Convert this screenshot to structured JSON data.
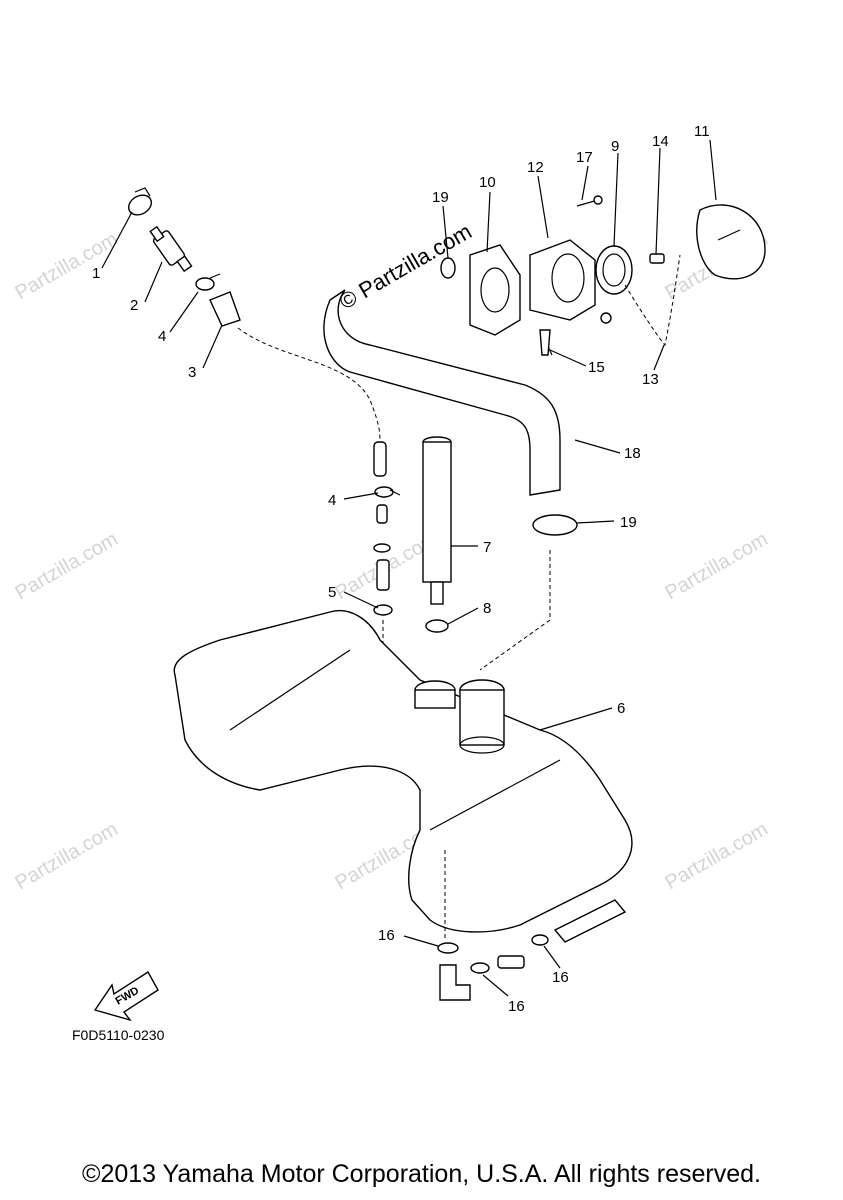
{
  "watermark": {
    "brand": "Partzilla.com",
    "symbol": "©"
  },
  "callouts": [
    {
      "id": "1",
      "label": "1"
    },
    {
      "id": "2",
      "label": "2"
    },
    {
      "id": "3",
      "label": "3"
    },
    {
      "id": "4a",
      "label": "4"
    },
    {
      "id": "4b",
      "label": "4"
    },
    {
      "id": "5",
      "label": "5"
    },
    {
      "id": "6",
      "label": "6"
    },
    {
      "id": "7",
      "label": "7"
    },
    {
      "id": "8",
      "label": "8"
    },
    {
      "id": "9",
      "label": "9"
    },
    {
      "id": "10",
      "label": "10"
    },
    {
      "id": "11",
      "label": "11"
    },
    {
      "id": "12",
      "label": "12"
    },
    {
      "id": "13",
      "label": "13"
    },
    {
      "id": "14",
      "label": "14"
    },
    {
      "id": "15",
      "label": "15"
    },
    {
      "id": "16a",
      "label": "16"
    },
    {
      "id": "16b",
      "label": "16"
    },
    {
      "id": "16c",
      "label": "16"
    },
    {
      "id": "17",
      "label": "17"
    },
    {
      "id": "18",
      "label": "18"
    },
    {
      "id": "19a",
      "label": "19"
    },
    {
      "id": "19b",
      "label": "19"
    }
  ],
  "fwd_label": "FWD",
  "diagram_code": "F0D5110-0230",
  "copyright": "©2013 Yamaha Motor Corporation, U.S.A. All rights reserved."
}
